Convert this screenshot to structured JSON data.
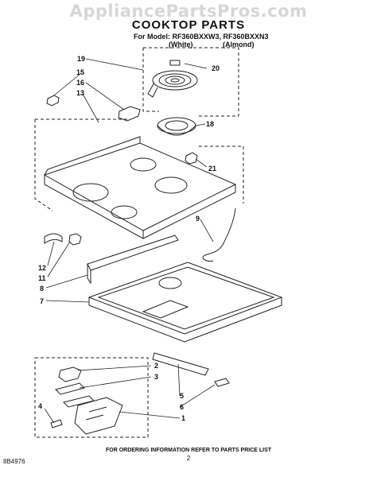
{
  "watermark": "AppliancePartsPros.com",
  "title": "COOKTOP PARTS",
  "model_line": "For Model: RF360BXXW3, RF360BXXN3",
  "variants": [
    "(White)",
    "(Almond)"
  ],
  "footer": "FOR ORDERING INFORMATION REFER TO PARTS PRICE LIST",
  "page_number": "2",
  "doc_number": "8B4976",
  "callouts": [
    {
      "id": "c19",
      "label": "19"
    },
    {
      "id": "c15",
      "label": "15"
    },
    {
      "id": "c16",
      "label": "16"
    },
    {
      "id": "c13",
      "label": "13"
    },
    {
      "id": "c20",
      "label": "20"
    },
    {
      "id": "c18",
      "label": "18"
    },
    {
      "id": "c21",
      "label": "21"
    },
    {
      "id": "c9",
      "label": "9"
    },
    {
      "id": "c12",
      "label": "12"
    },
    {
      "id": "c11",
      "label": "11"
    },
    {
      "id": "c8",
      "label": "8"
    },
    {
      "id": "c7",
      "label": "7"
    },
    {
      "id": "c2",
      "label": "2"
    },
    {
      "id": "c3",
      "label": "3"
    },
    {
      "id": "c4",
      "label": "4"
    },
    {
      "id": "c5",
      "label": "5"
    },
    {
      "id": "c6",
      "label": "6"
    },
    {
      "id": "c1",
      "label": "1"
    }
  ]
}
